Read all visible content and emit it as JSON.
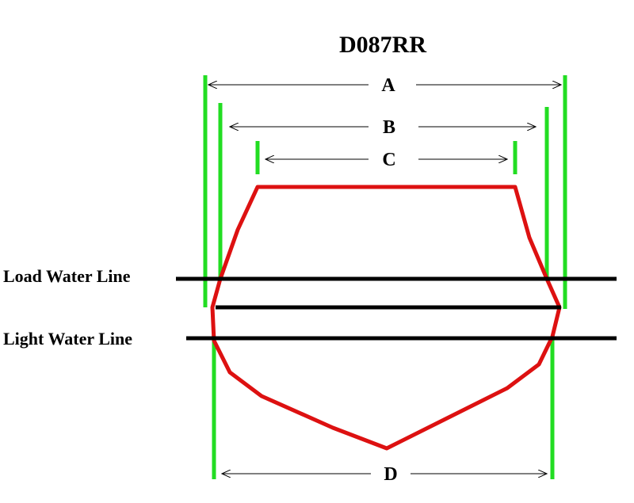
{
  "title": "D087RR",
  "dimensions": [
    {
      "label": "A"
    },
    {
      "label": "B"
    },
    {
      "label": "C"
    },
    {
      "label": "D"
    }
  ],
  "water_lines": {
    "load": "Load Water Line",
    "light": "Light Water Line"
  },
  "colors": {
    "guide": "#22dd22",
    "hull": "#dd1111",
    "line": "#000000"
  }
}
